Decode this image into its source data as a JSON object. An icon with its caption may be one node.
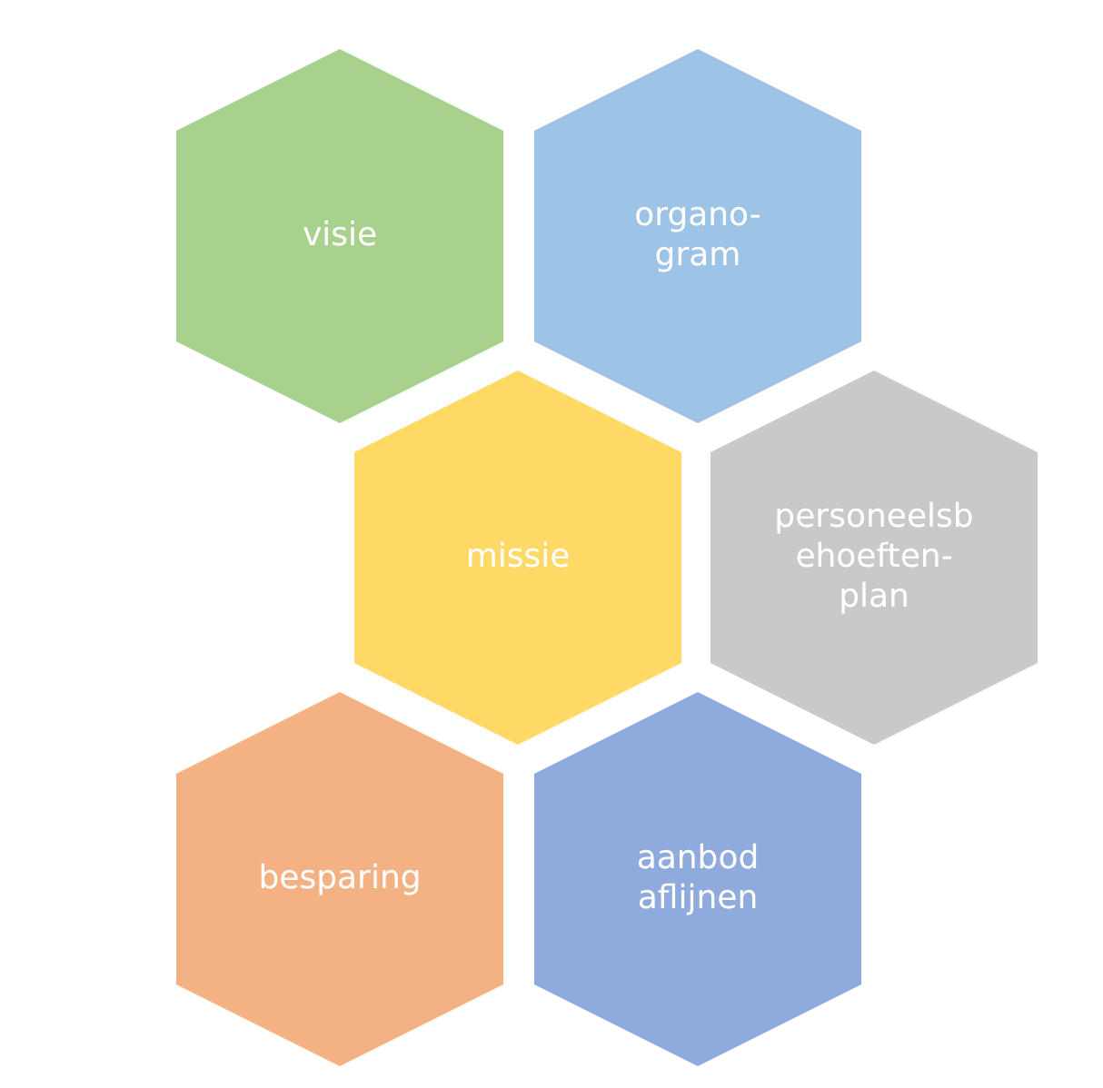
{
  "diagram": {
    "nodes": [
      {
        "text": [
          "visie"
        ]
      },
      {
        "text": [
          "organo- gram"
        ]
      },
      {
        "text": [
          "missie"
        ]
      },
      {
        "text": [
          "personeelsb ehoeften- plan"
        ]
      },
      {
        "text": [
          "besparing"
        ]
      },
      {
        "text": [
          "aanbod aflijnen"
        ]
      }
    ]
  }
}
